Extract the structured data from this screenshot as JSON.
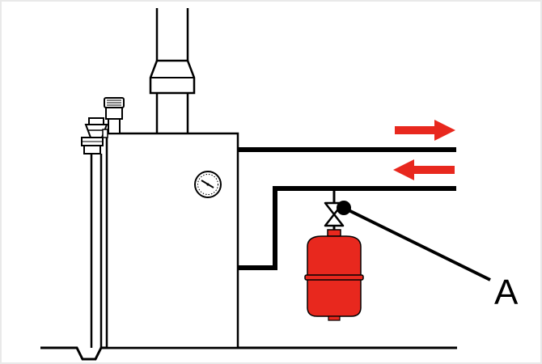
{
  "diagram": {
    "callout_label": "A",
    "components": [
      "flue-pipe",
      "boiler",
      "pressure-gauge",
      "safety-valve",
      "air-vent",
      "filling-pipe",
      "flow-pipe",
      "return-pipe",
      "expansion-vessel",
      "isolation-valve",
      "flow-arrow",
      "return-arrow"
    ],
    "colors": {
      "line": "#000000",
      "accent": "#e8281e",
      "vessel_dark": "#c81e14",
      "background": "#ffffff",
      "border": "#e9e9e9"
    }
  }
}
